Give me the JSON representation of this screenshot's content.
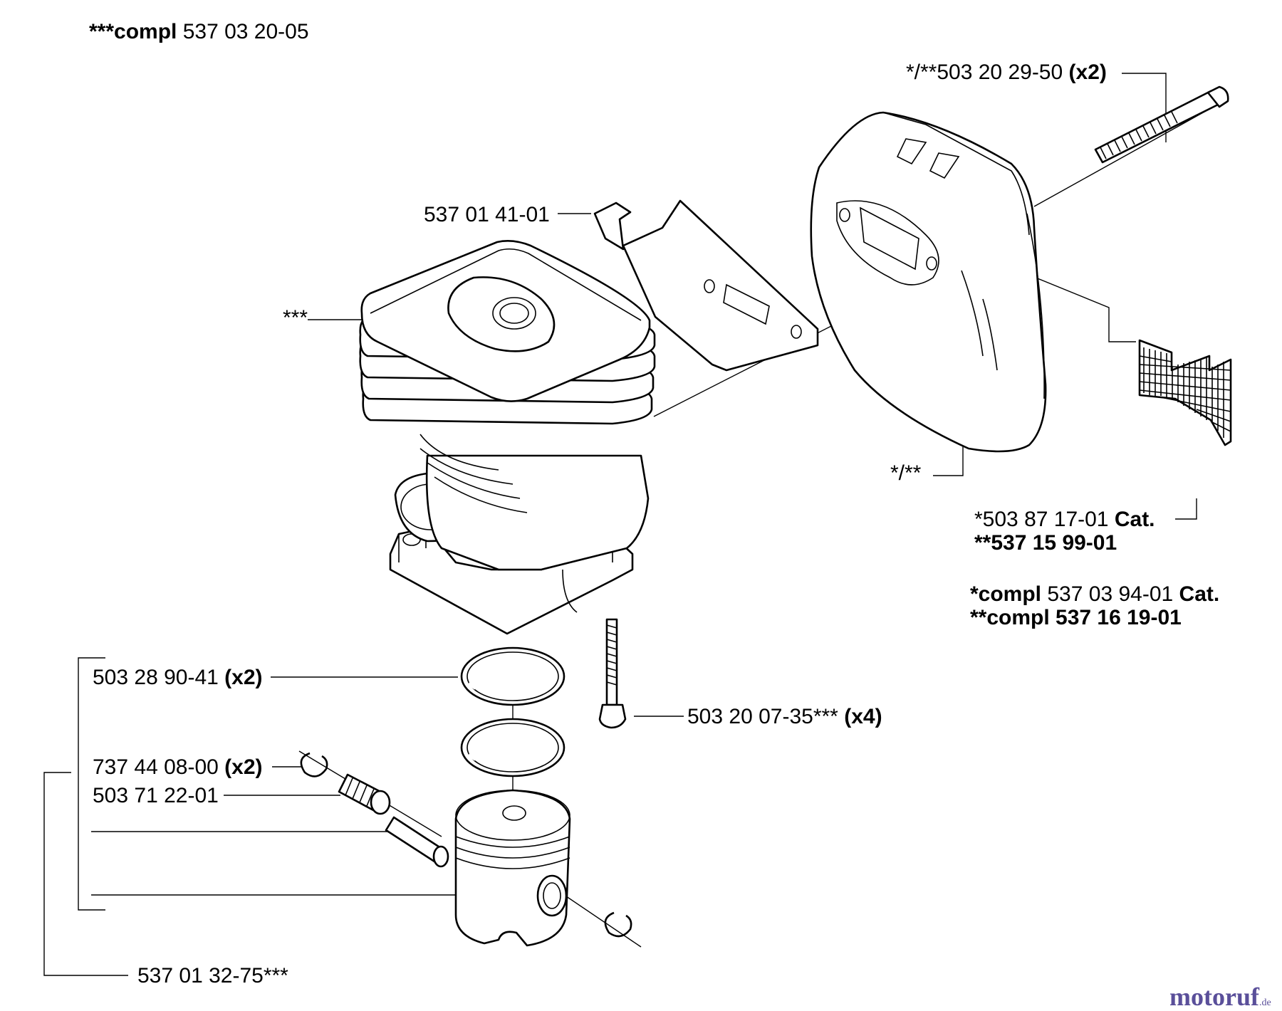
{
  "labels": {
    "kit_cylinder": {
      "prefix": "***compl",
      "number": "537 03 20-05"
    },
    "screw_muffler": {
      "number": "*/**503 20 29-50",
      "qty": "(x2)"
    },
    "bracket": {
      "number": "537 01 41-01"
    },
    "cylinder_marker": {
      "text": "***"
    },
    "muffler_marker": {
      "text": "*/**"
    },
    "screen_cat": {
      "number": "*503 87 17-01",
      "suffix": "Cat."
    },
    "screen_alt": {
      "text": "**537 15 99-01"
    },
    "muffler_kit_cat": {
      "prefix": "*compl",
      "number": "537 03 94-01",
      "suffix": "Cat."
    },
    "muffler_kit_alt": {
      "text": "**compl 537 16 19-01"
    },
    "ring": {
      "number": "503 28 90-41",
      "qty": "(x2)"
    },
    "screw_cylinder": {
      "number": "503 20 07-35***",
      "qty": "(x4)"
    },
    "circlip": {
      "number": "737 44 08-00",
      "qty": "(x2)"
    },
    "bearing": {
      "number": "503 71 22-01"
    },
    "piston_kit": {
      "number": "537 01 32-75***"
    }
  },
  "watermark": {
    "main": "motoruf",
    "suffix": ".de"
  },
  "colors": {
    "ink": "#000000",
    "watermark": "#5a4f9a"
  }
}
